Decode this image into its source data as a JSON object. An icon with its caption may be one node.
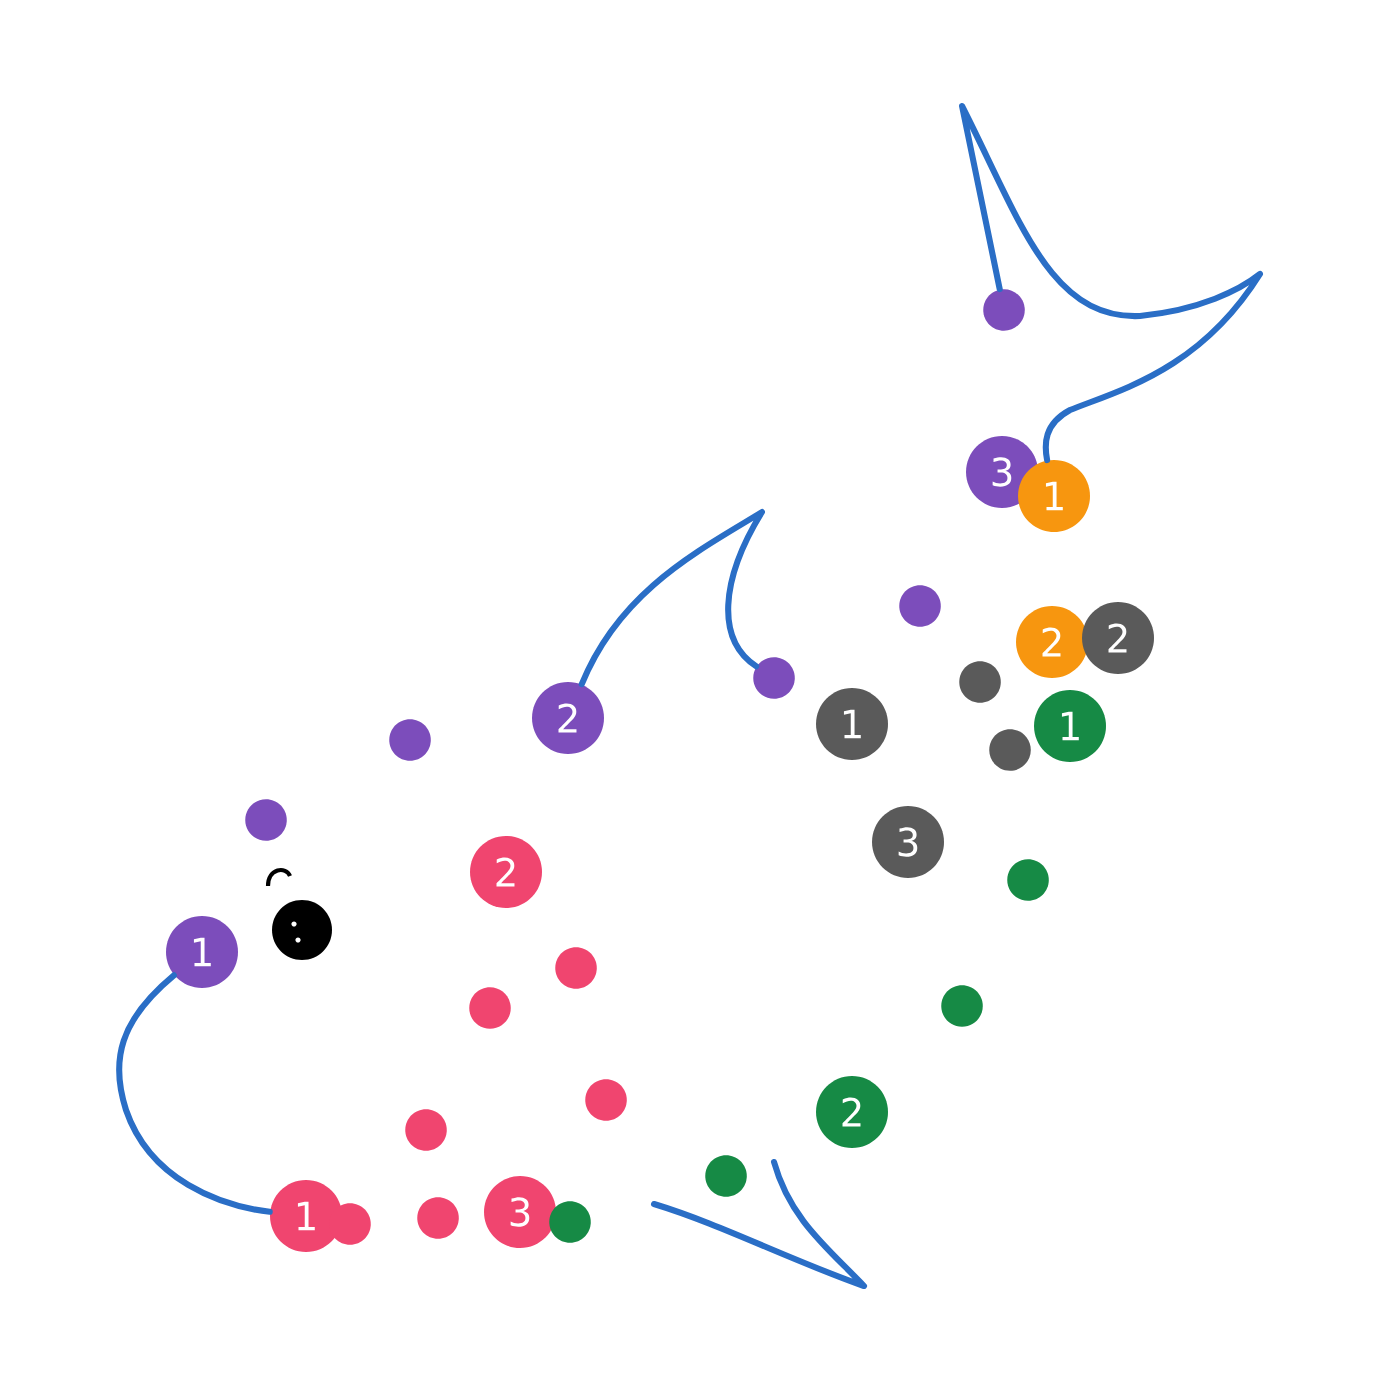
{
  "diagram": {
    "nodes": [
      {
        "text": [],
        "shape": "circle"
      },
      {
        "text": [
          "3"
        ]
      },
      {
        "text": [
          "1"
        ]
      },
      {
        "text": [],
        "shape": "circle"
      },
      {
        "text": [
          "2"
        ]
      },
      {
        "text": [
          "2"
        ]
      },
      {
        "text": [],
        "shape": "circle"
      },
      {
        "text": [],
        "shape": "circle"
      },
      {
        "text": [
          "2"
        ]
      },
      {
        "text": [
          "1"
        ]
      },
      {
        "text": [
          "1"
        ]
      },
      {
        "text": [],
        "shape": "circle"
      },
      {
        "text": [],
        "shape": "circle"
      },
      {
        "text": [],
        "shape": "circle"
      },
      {
        "text": [
          "3"
        ]
      },
      {
        "text": [
          "2"
        ]
      },
      {
        "text": [],
        "shape": "circle"
      },
      {
        "text": [
          "1"
        ]
      },
      {
        "text": [],
        "shape": "circle"
      },
      {
        "text": [],
        "shape": "circle"
      },
      {
        "text": [],
        "shape": "circle"
      },
      {
        "text": [],
        "shape": "circle"
      },
      {
        "text": [
          "2"
        ]
      },
      {
        "text": [],
        "shape": "circle"
      },
      {
        "text": [],
        "shape": "circle"
      },
      {
        "text": [
          "1"
        ]
      },
      {
        "text": [],
        "shape": "circle"
      },
      {
        "text": [],
        "shape": "circle"
      },
      {
        "text": [
          "3"
        ]
      },
      {
        "text": [],
        "shape": "circle"
      }
    ],
    "edges": [
      {
        "from": 0,
        "to": 2,
        "arrow": "none"
      },
      {
        "from": 8,
        "to": 6,
        "arrow": "none"
      },
      {
        "from": 17,
        "to": 25,
        "arrow": "none"
      }
    ]
  }
}
